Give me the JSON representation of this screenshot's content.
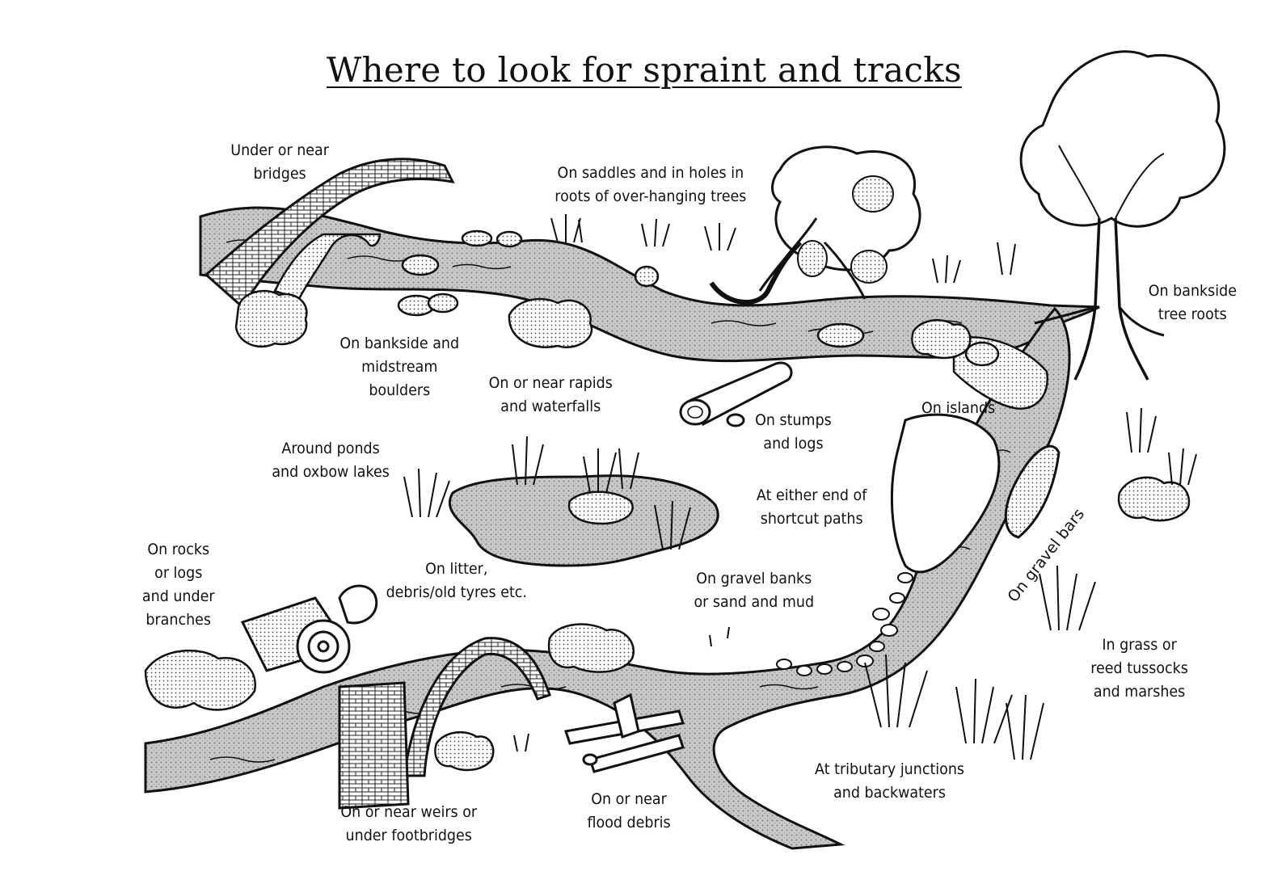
{
  "title": "Where to look for spraint and tracks",
  "labels": {
    "bridges": "Under or near\nbridges",
    "saddles": "On saddles and in holes in\nroots of over-hanging trees",
    "tree_roots": "On bankside\ntree roots",
    "boulders": "On bankside and\nmidstream\nboulders",
    "rapids": "On or near rapids\nand waterfalls",
    "stumps": "On stumps\nand logs",
    "islands": "On islands",
    "ponds": "Around ponds\nand oxbow lakes",
    "shortcut": "At either end of\nshortcut paths",
    "gravel_bars": "On gravel bars",
    "rocks_logs": "On rocks\nor logs\nand under\nbranches",
    "litter": "On litter,\ndebris/old tyres etc.",
    "gravel_banks": "On gravel banks\nor sand and mud",
    "grass": "In grass or\nreed tussocks\nand marshes",
    "tributary": "At tributary junctions\nand backwaters",
    "weirs": "On or near weirs or\nunder footbridges",
    "flood_debris": "On or near\nflood debris"
  }
}
